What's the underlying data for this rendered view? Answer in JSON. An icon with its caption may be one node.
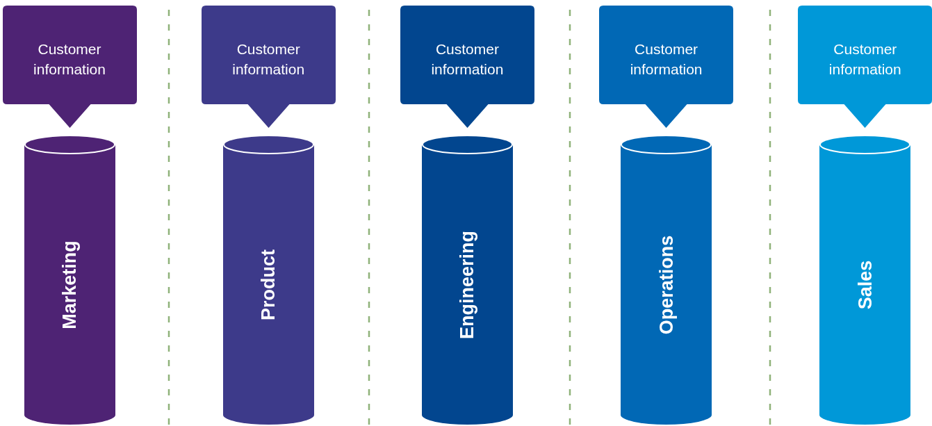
{
  "diagram": {
    "nodes": [
      {
        "text": [
          "Customer information"
        ]
      },
      {
        "text": [
          "Marketing"
        ]
      },
      {
        "text": [
          "Customer information"
        ]
      },
      {
        "text": [
          "Product"
        ]
      },
      {
        "text": [
          "Customer information"
        ]
      },
      {
        "text": [
          "Engineering"
        ]
      },
      {
        "text": [
          "Customer information"
        ]
      },
      {
        "text": [
          "Operations"
        ]
      },
      {
        "text": [
          "Customer information"
        ]
      },
      {
        "text": [
          "Sales"
        ]
      }
    ]
  }
}
